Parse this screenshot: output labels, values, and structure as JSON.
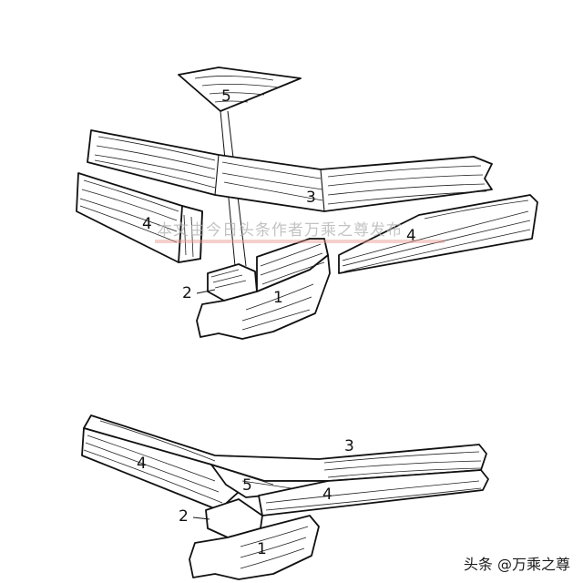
{
  "diagram": {
    "labels": {
      "part1": "1",
      "part2": "2",
      "part3": "3",
      "part4": "4",
      "part5": "5"
    },
    "watermark": "本文由今日头条作者万乘之尊发布",
    "credit": "头条 @万乘之尊"
  }
}
